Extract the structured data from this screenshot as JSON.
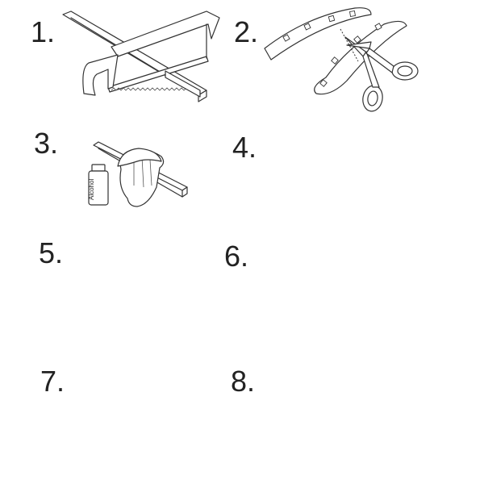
{
  "steps": [
    {
      "number": "1.",
      "icon": "saw-cutting-profile-icon"
    },
    {
      "number": "2.",
      "icon": "scissors-cutting-led-strip-icon"
    },
    {
      "number": "3.",
      "icon": "clean-profile-with-alcohol-icon"
    },
    {
      "number": "4.",
      "icon": "insert-led-strip-into-profile-icon"
    },
    {
      "number": "5.",
      "icon": "press-strip-by-hand-icon"
    },
    {
      "number": "6.",
      "icon": "insert-diffuser-cover-icon"
    },
    {
      "number": "7.",
      "icon": "screw-mount-clip-icon"
    },
    {
      "number": "8.",
      "icon": "press-profile-into-clips-icon"
    }
  ],
  "bottle_label": "Alcohol",
  "colors": {
    "line": "#333333",
    "light_line": "#777777",
    "diffuser": "#cfe8ec",
    "surface": "#ffffff"
  }
}
